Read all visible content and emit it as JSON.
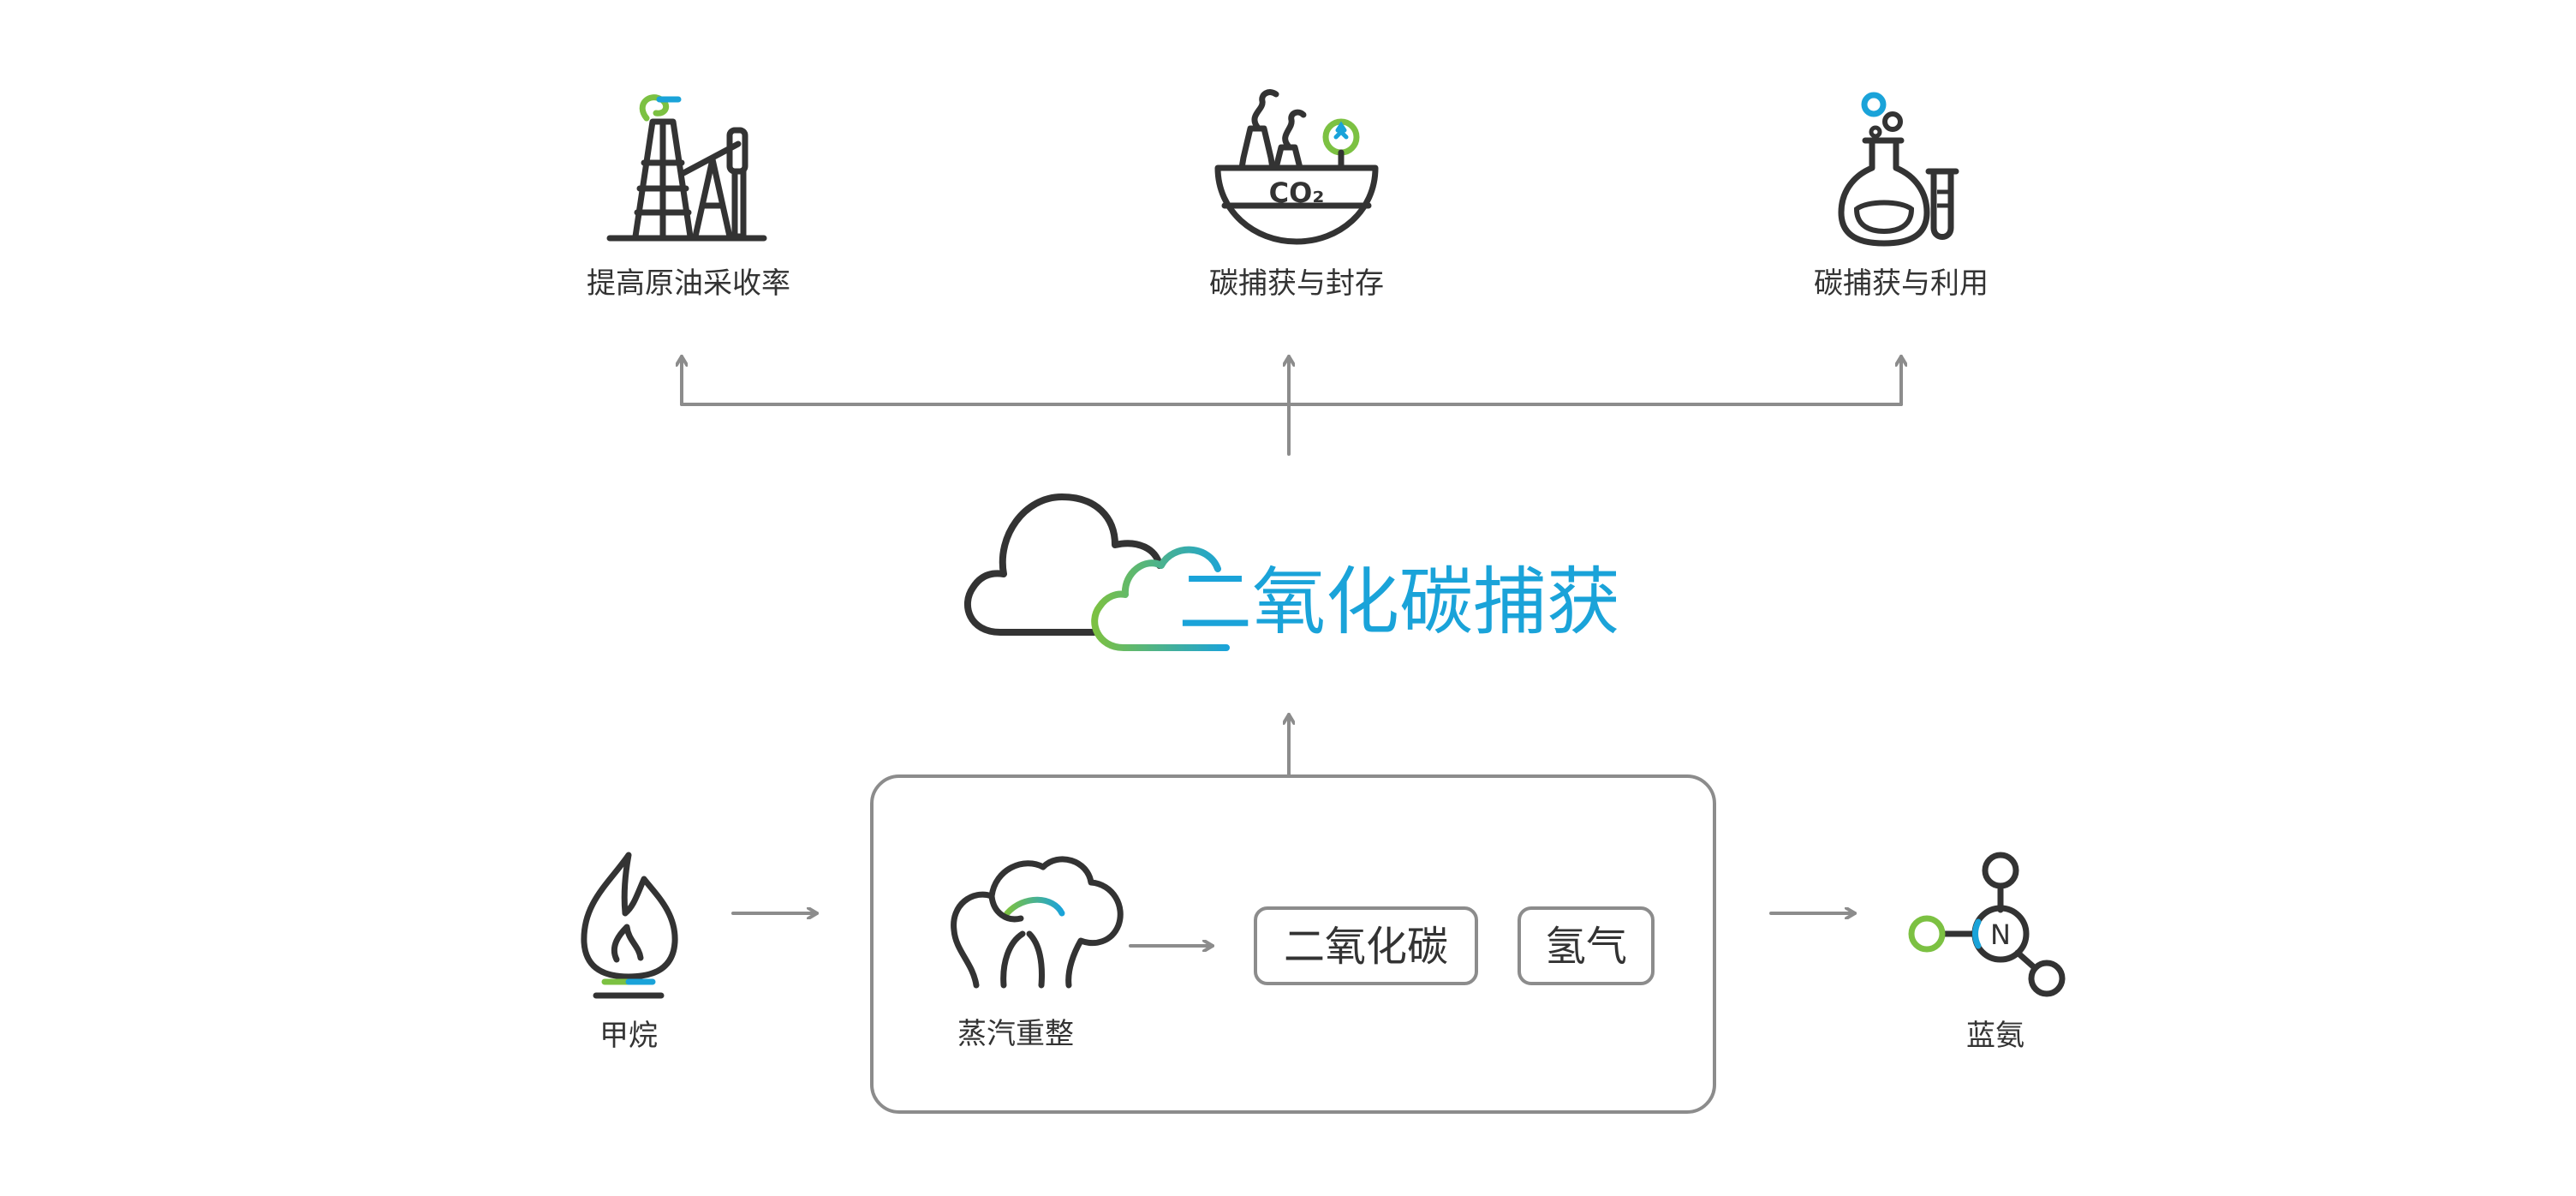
{
  "colors": {
    "ink": "#333333",
    "connector": "#8c8c8c",
    "accent_blue": "#1aa3d9",
    "accent_green": "#7cc142"
  },
  "headline": {
    "text": "二氧化碳捕获",
    "icon": "cloud-icon"
  },
  "applications": [
    {
      "label": "提高原油采收率",
      "icon": "oil-pump-icon"
    },
    {
      "label": "碳捕获与封存",
      "icon": "co2-storage-icon"
    },
    {
      "label": "碳捕获与利用",
      "icon": "flask-icon"
    }
  ],
  "co2_badge": "CO₂",
  "process": {
    "input": {
      "label": "甲烷",
      "icon": "flame-icon"
    },
    "step": {
      "label": "蒸汽重整",
      "icon": "steam-cloud-icon"
    },
    "products": [
      "二氧化碳",
      "氢气"
    ],
    "output": {
      "label": "蓝氨",
      "icon": "molecule-icon",
      "atom": "N"
    }
  }
}
